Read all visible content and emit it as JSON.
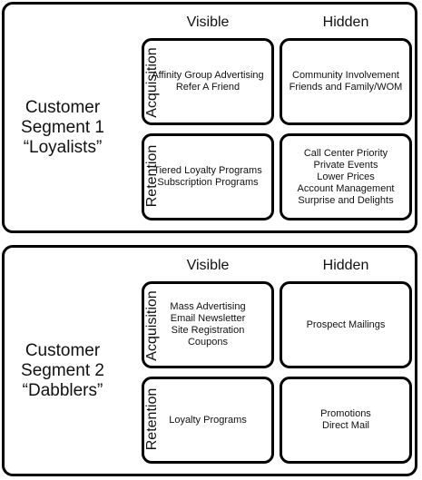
{
  "columns": {
    "visible": "Visible",
    "hidden": "Hidden"
  },
  "rows": {
    "acquisition": "Acquisition",
    "retention": "Retention"
  },
  "segments": [
    {
      "title_lines": [
        "Customer",
        "Segment 1",
        "“Loyalists”"
      ],
      "cells": {
        "acq_visible": [
          "Affinity Group Advertising",
          "Refer A Friend"
        ],
        "acq_hidden": [
          "Community Involvement",
          "Friends and Family/WOM"
        ],
        "ret_visible": [
          "Tiered Loyalty Programs",
          "Subscription Programs"
        ],
        "ret_hidden": [
          "Call Center Priority",
          "Private Events",
          "Lower Prices",
          "Account Management",
          "Surprise and Delights"
        ]
      }
    },
    {
      "title_lines": [
        "Customer",
        "Segment 2",
        "“Dabblers”"
      ],
      "cells": {
        "acq_visible": [
          "Mass Advertising",
          "Email Newsletter",
          "Site Registration",
          "Coupons"
        ],
        "acq_hidden": [
          "Prospect Mailings"
        ],
        "ret_visible": [
          "Loyalty Programs"
        ],
        "ret_hidden": [
          "Promotions",
          "Direct Mail"
        ]
      }
    }
  ]
}
